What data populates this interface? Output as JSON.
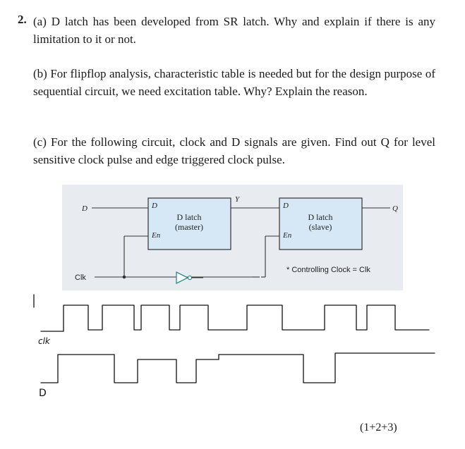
{
  "question": {
    "number": "2.",
    "part_a": "(a) D latch has been developed from SR latch. Why and explain if there is any limitation to it or not.",
    "part_b": "(b) For flipflop analysis, characteristic table is needed but for the design purpose of sequential circuit, we need excitation table. Why? Explain the reason.",
    "part_c": "(c) For the following circuit, clock and D signals are given. Find out Q for level sensitive clock pulse and edge triggered clock pulse.",
    "marks": "(1+2+3)"
  },
  "circuit": {
    "input_d": "D",
    "input_clk": "Clk",
    "output_q": "Q",
    "wire_y": "Y",
    "master": {
      "d": "D",
      "en": "En",
      "title": "D latch",
      "subtitle": "(master)"
    },
    "slave": {
      "d": "D",
      "en": "En",
      "title": "D latch",
      "subtitle": "(slave)"
    },
    "note": "* Controlling Clock = Clk",
    "colors": {
      "background": "#e8ecf1",
      "box": "#d6e8f5",
      "wire": "#333333",
      "inverter": "#2d8a8a"
    }
  },
  "waveforms": {
    "clk_label": "clk",
    "d_label": "D"
  }
}
